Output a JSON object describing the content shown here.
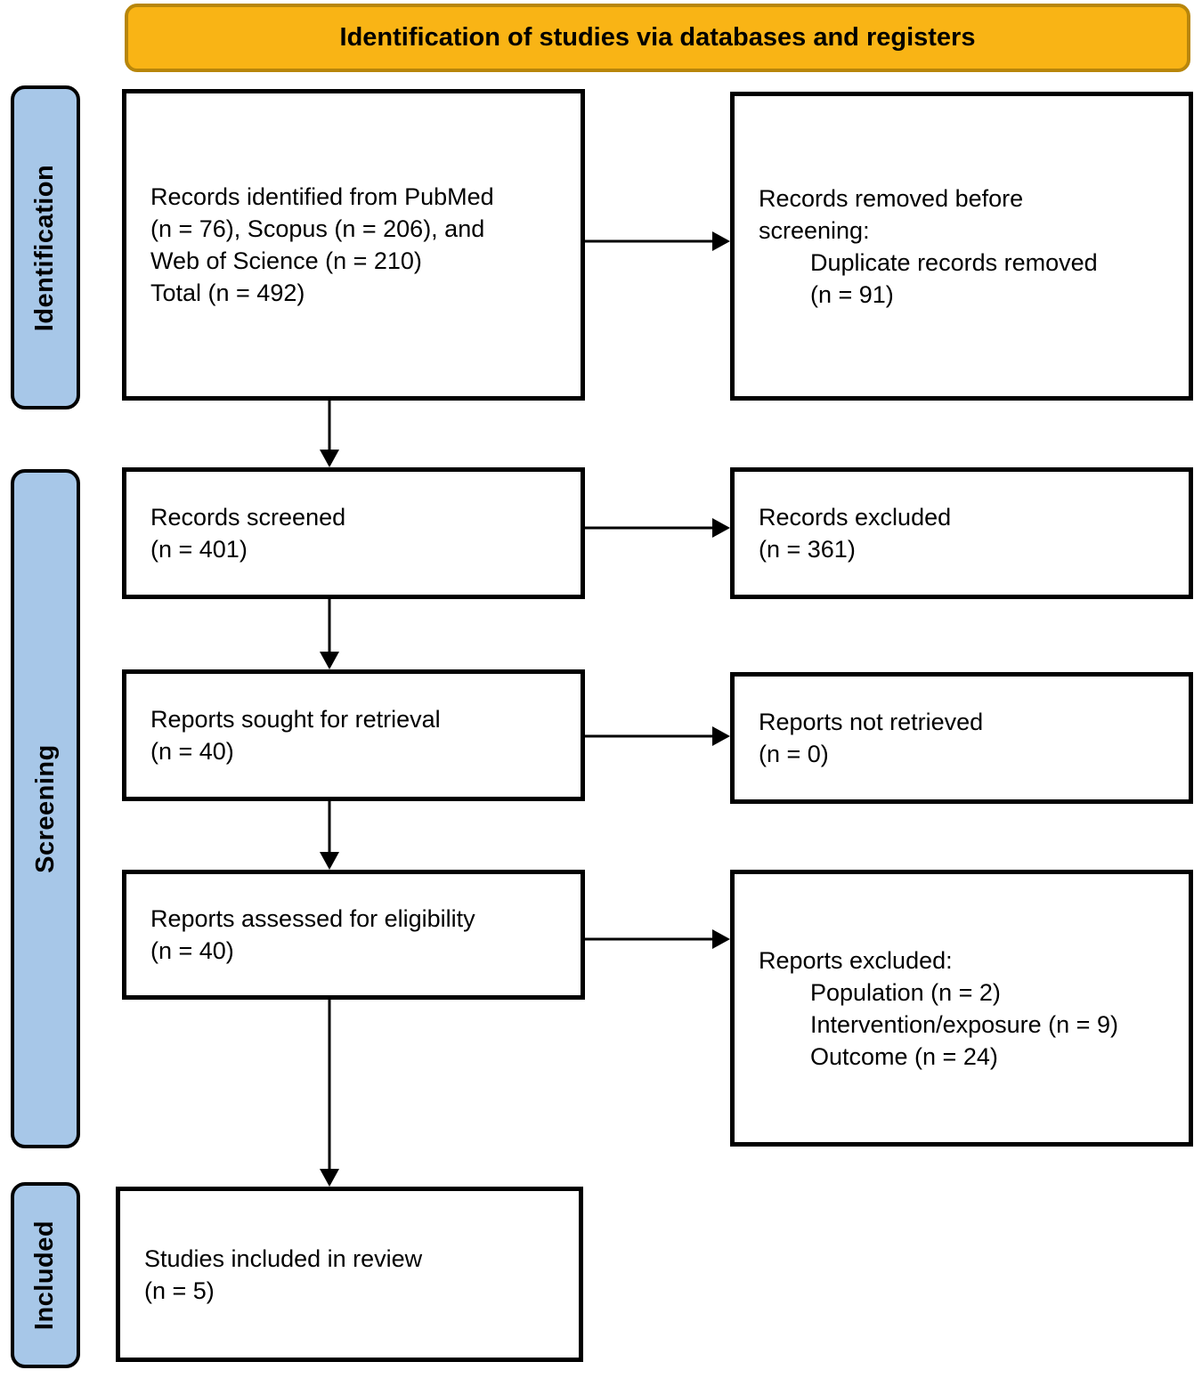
{
  "header": {
    "title": "Identification of studies via databases and registers"
  },
  "colors": {
    "header_fill": "#F9B415",
    "header_border": "#B8860B",
    "stage_fill": "#A7C7E8",
    "box_border": "#000000",
    "arrow": "#000000"
  },
  "stages": {
    "identification": "Identification",
    "screening": "Screening",
    "included": "Included"
  },
  "boxes": {
    "records_identified": {
      "lines": [
        "Records identified from PubMed",
        "(n = 76), Scopus (n = 206), and",
        "Web of Science (n = 210)",
        "Total (n = 492)"
      ]
    },
    "records_removed": {
      "lines": [
        "Records removed before",
        "screening:"
      ],
      "sub_lines": [
        "Duplicate records removed",
        "(n = 91)"
      ]
    },
    "records_screened": {
      "lines": [
        "Records screened",
        "(n = 401)"
      ]
    },
    "records_excluded": {
      "lines": [
        "Records excluded",
        "(n = 361)"
      ]
    },
    "reports_sought": {
      "lines": [
        "Reports sought for retrieval",
        "(n = 40)"
      ]
    },
    "reports_not_retrieved": {
      "lines": [
        "Reports not retrieved",
        "(n = 0)"
      ]
    },
    "reports_assessed": {
      "lines": [
        "Reports assessed for eligibility",
        "(n = 40)"
      ]
    },
    "reports_excluded": {
      "lines": [
        "Reports excluded:"
      ],
      "sub_lines": [
        "Population (n = 2)",
        "Intervention/exposure (n = 9)",
        "Outcome (n = 24)"
      ]
    },
    "studies_included": {
      "lines": [
        "Studies included in review",
        "(n = 5)"
      ]
    }
  }
}
